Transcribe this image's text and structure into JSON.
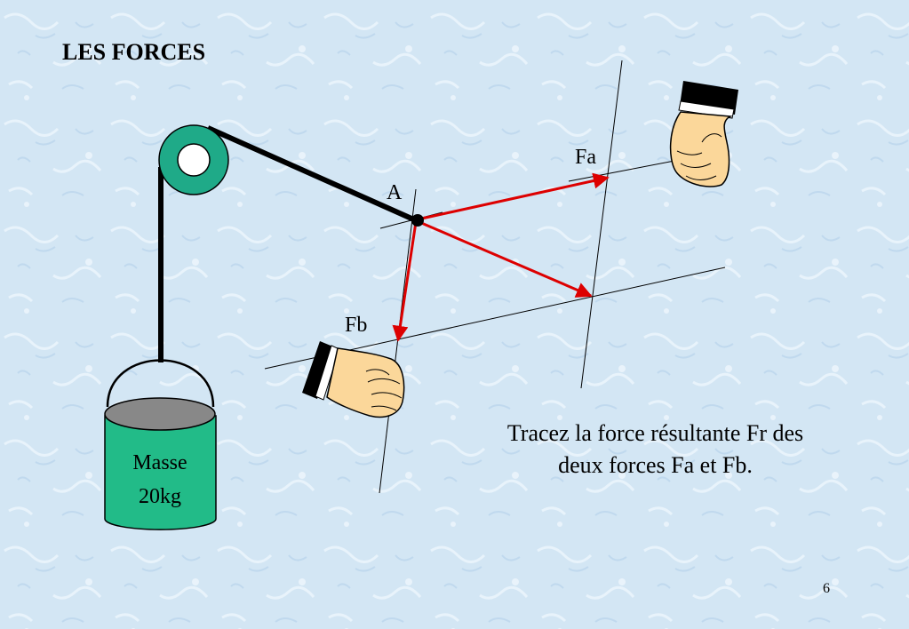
{
  "slide": {
    "title": "LES FORCES",
    "instruction_line1": "Tracez la force résultante Fr des",
    "instruction_line2": "deux forces Fa et Fb.",
    "page_number": "6"
  },
  "labels": {
    "point_a": "A",
    "force_a": "Fa",
    "force_b": "Fb",
    "bucket_line1": "Masse",
    "bucket_line2": "20kg"
  },
  "colors": {
    "background": "#d3e6f4",
    "force_arrow": "#dd0000",
    "pulley": "#1faa88",
    "bucket_body": "#22bb88",
    "hand_skin": "#fbd79a",
    "sleeve": "#000000"
  },
  "icons": {
    "hand_top": "hand-pulling-icon",
    "hand_bottom": "hand-pulling-icon",
    "pulley": "pulley-icon",
    "bucket": "bucket-icon"
  }
}
